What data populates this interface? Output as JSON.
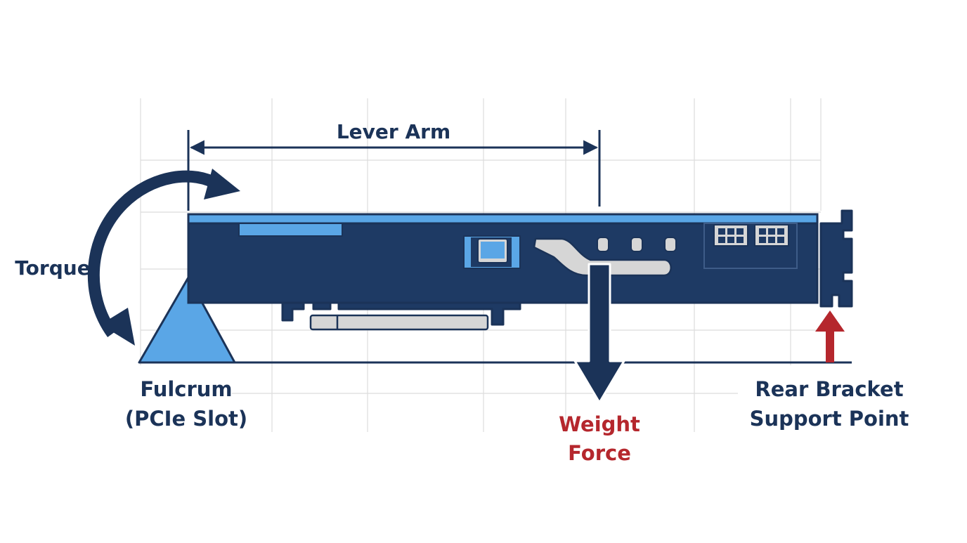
{
  "labels": {
    "lever_arm": "Lever Arm",
    "torque": "Torque",
    "fulcrum_line1": "Fulcrum",
    "fulcrum_line2": "(PCIe Slot)",
    "weight_line1": "Weight",
    "weight_line2": "Force",
    "rear_line1": "Rear Bracket",
    "rear_line2": "Support Point"
  },
  "colors": {
    "navy": "#1b3358",
    "card_blue": "#1e3a64",
    "light_blue": "#5aa6e6",
    "red": "#b5272d",
    "grid": "#dcdcdc",
    "silver": "#d6d6d6"
  }
}
